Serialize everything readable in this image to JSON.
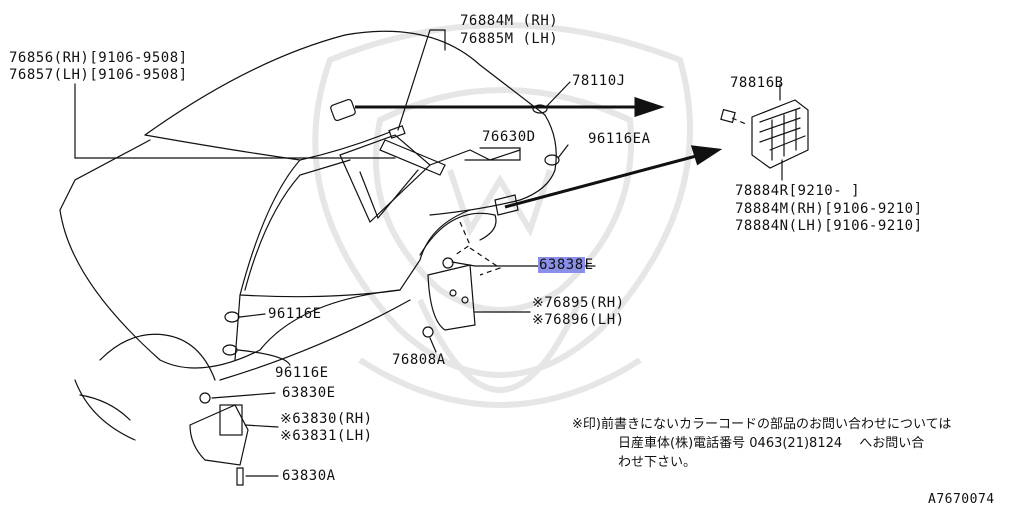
{
  "labels": {
    "p76884m": "76884M (RH)",
    "p76885m": "76885M (LH)",
    "p76856": "76856(RH)[9106-9508]",
    "p76857": "76857(LH)[9106-9508]",
    "p78110j": "78110J",
    "p78816b": "78816B",
    "p76630d": "76630D",
    "p96116ea": "96116EA",
    "p78884r": "78884R[9210-     ]",
    "p78884m": "78884M(RH)[9106-9210]",
    "p78884n": "78884N(LH)[9106-9210]",
    "p63838": "63838",
    "p63838_suffix": "E",
    "p76895": "※76895(RH)",
    "p76896": "※76896(LH)",
    "p96116e_a": "96116E",
    "p76808a": "76808A",
    "p96116e_b": "96116E",
    "p63830e": "63830E",
    "p63830": "※63830(RH)",
    "p63831": "※63831(LH)",
    "p63830a": "63830A"
  },
  "note": {
    "line1": "※印)前書きにないカラーコードの部品のお問い合わせについては",
    "line2": "日産車体(株)電話番号 0463(21)8124　 へお問い合",
    "line3": "わせ下さい。"
  },
  "diagram_code": "A7670074",
  "colors": {
    "highlight": "#8a8fe8",
    "line": "#111111",
    "watermark": "#e4e4e4"
  }
}
